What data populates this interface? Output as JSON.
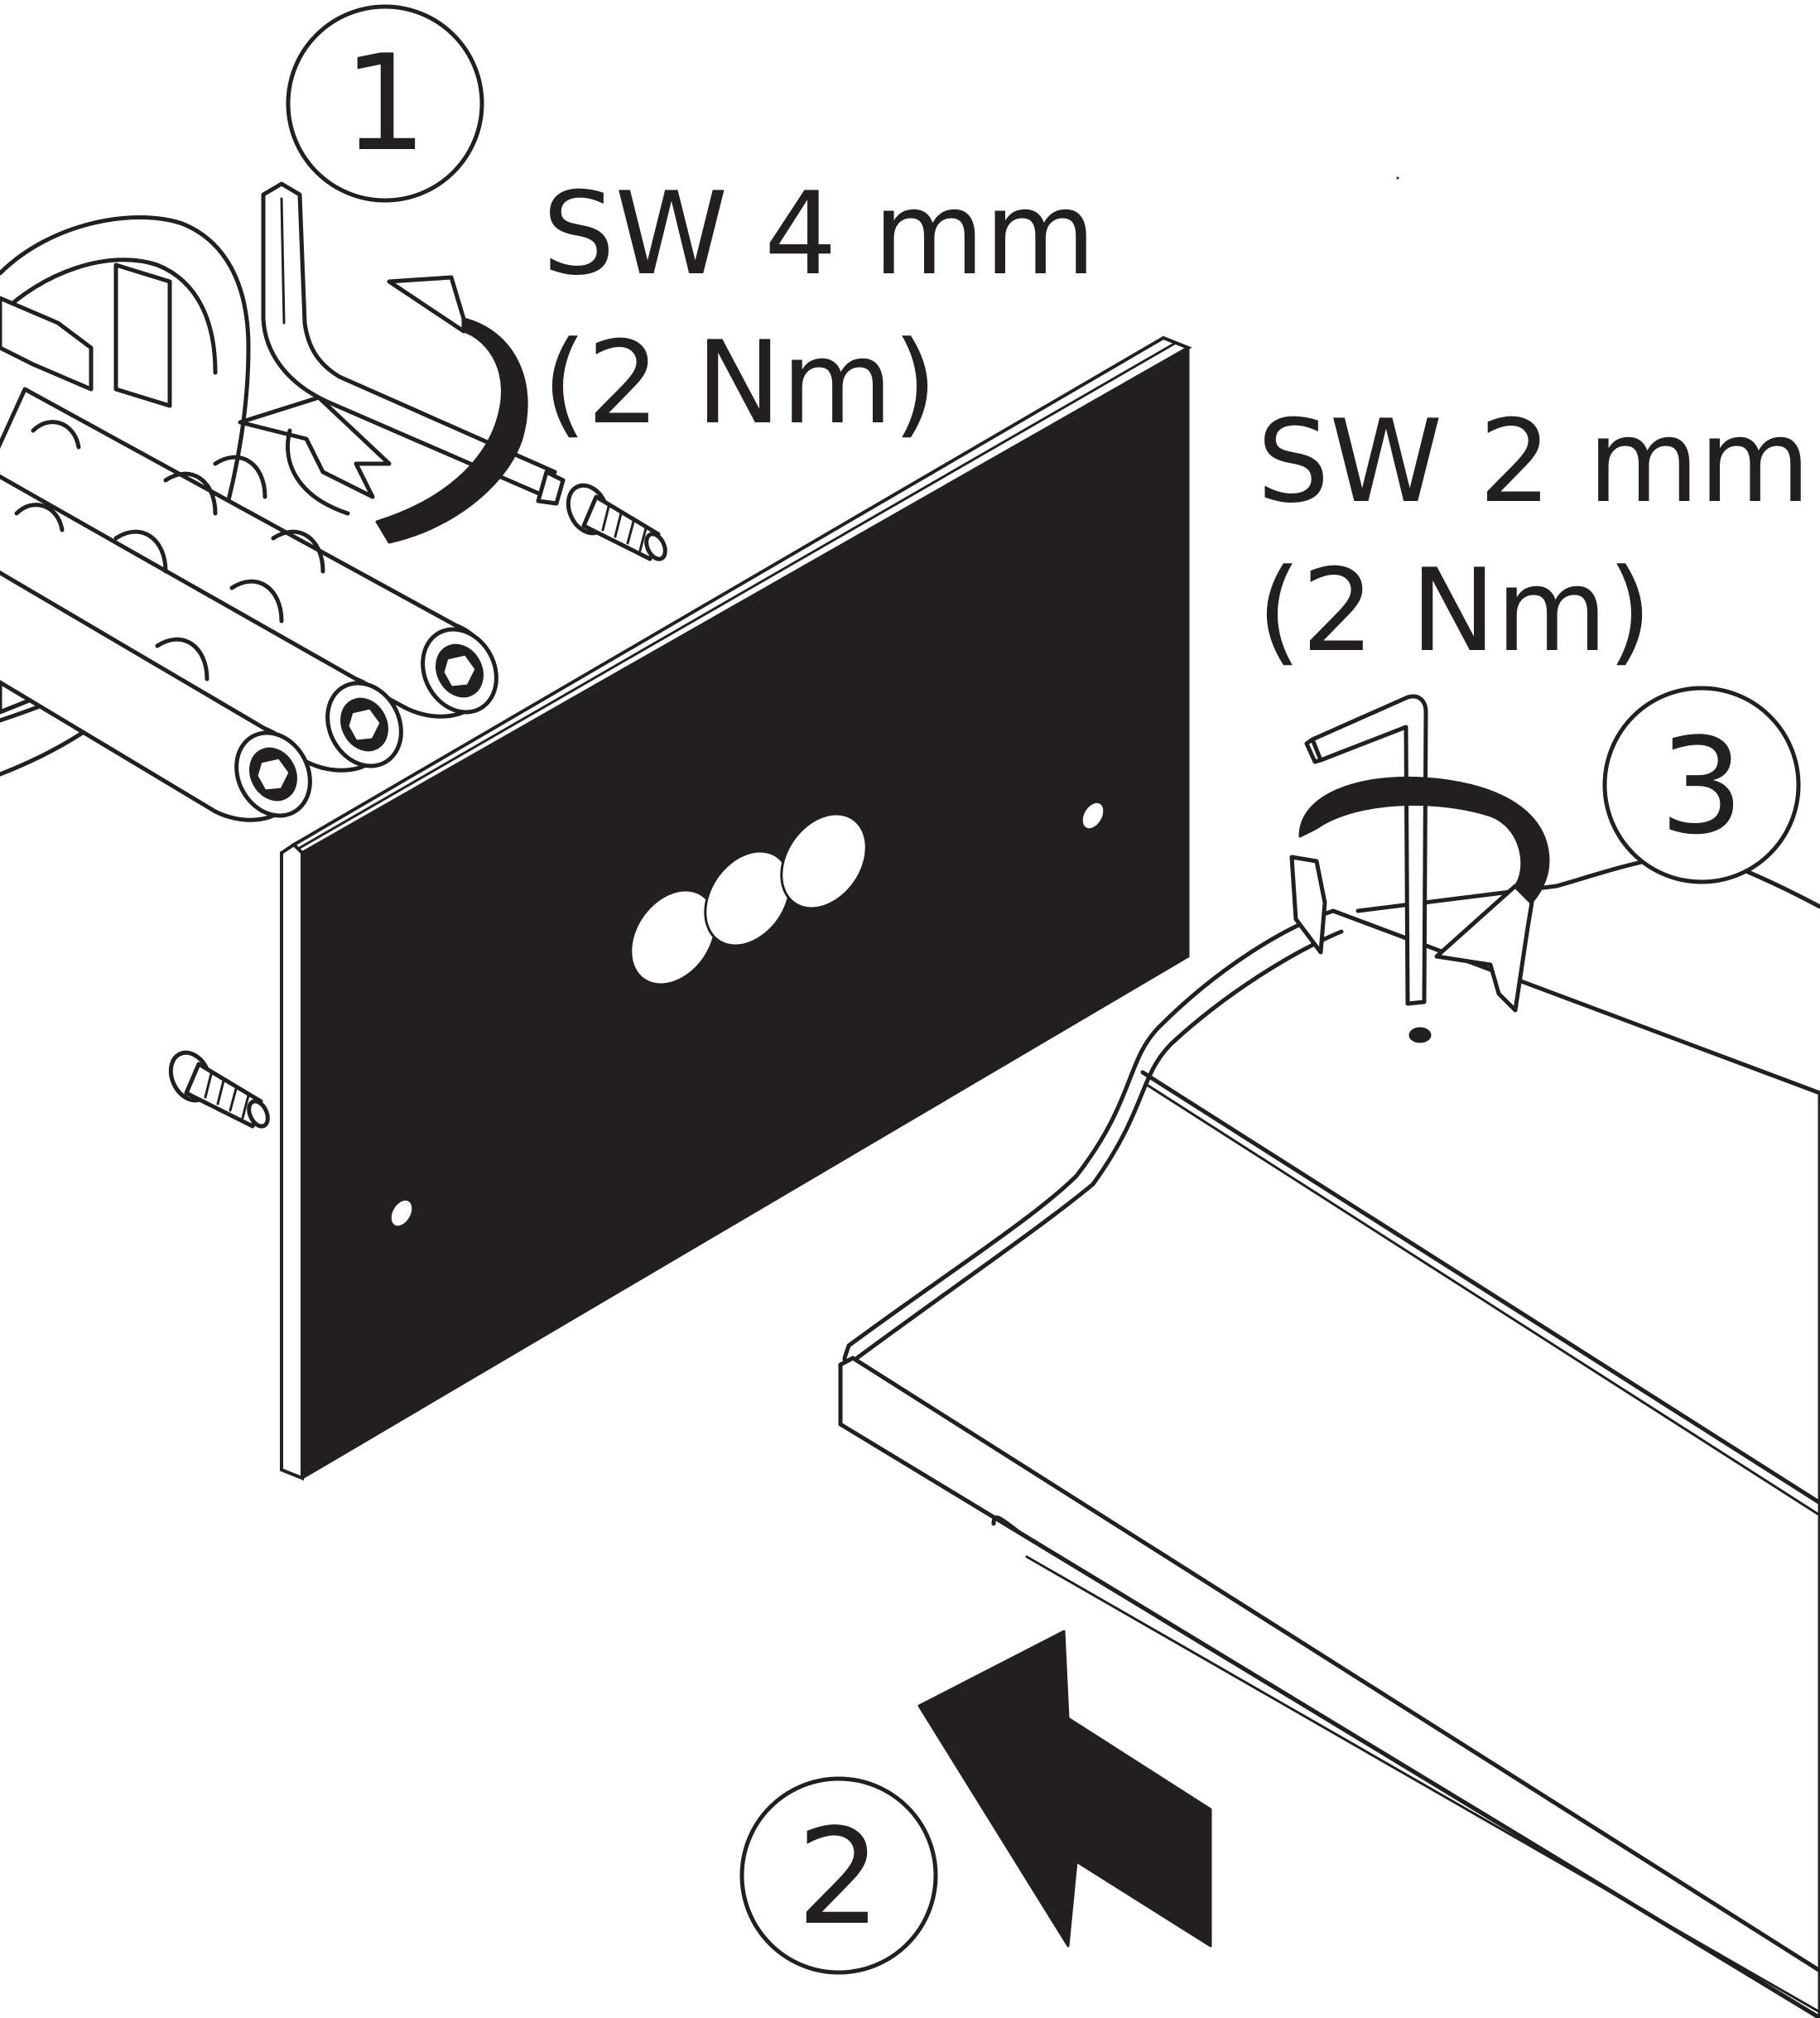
{
  "steps": {
    "step1": "1",
    "step2": "2",
    "step3": "3"
  },
  "labels": {
    "wrench_large_size": "SW 4 mm",
    "wrench_large_torque": "(2 Nm)",
    "wrench_small_size": "SW 2 mm",
    "wrench_small_torque": "(2 Nm)"
  },
  "colors": {
    "ink": "#231f20",
    "paper": "#ffffff"
  }
}
